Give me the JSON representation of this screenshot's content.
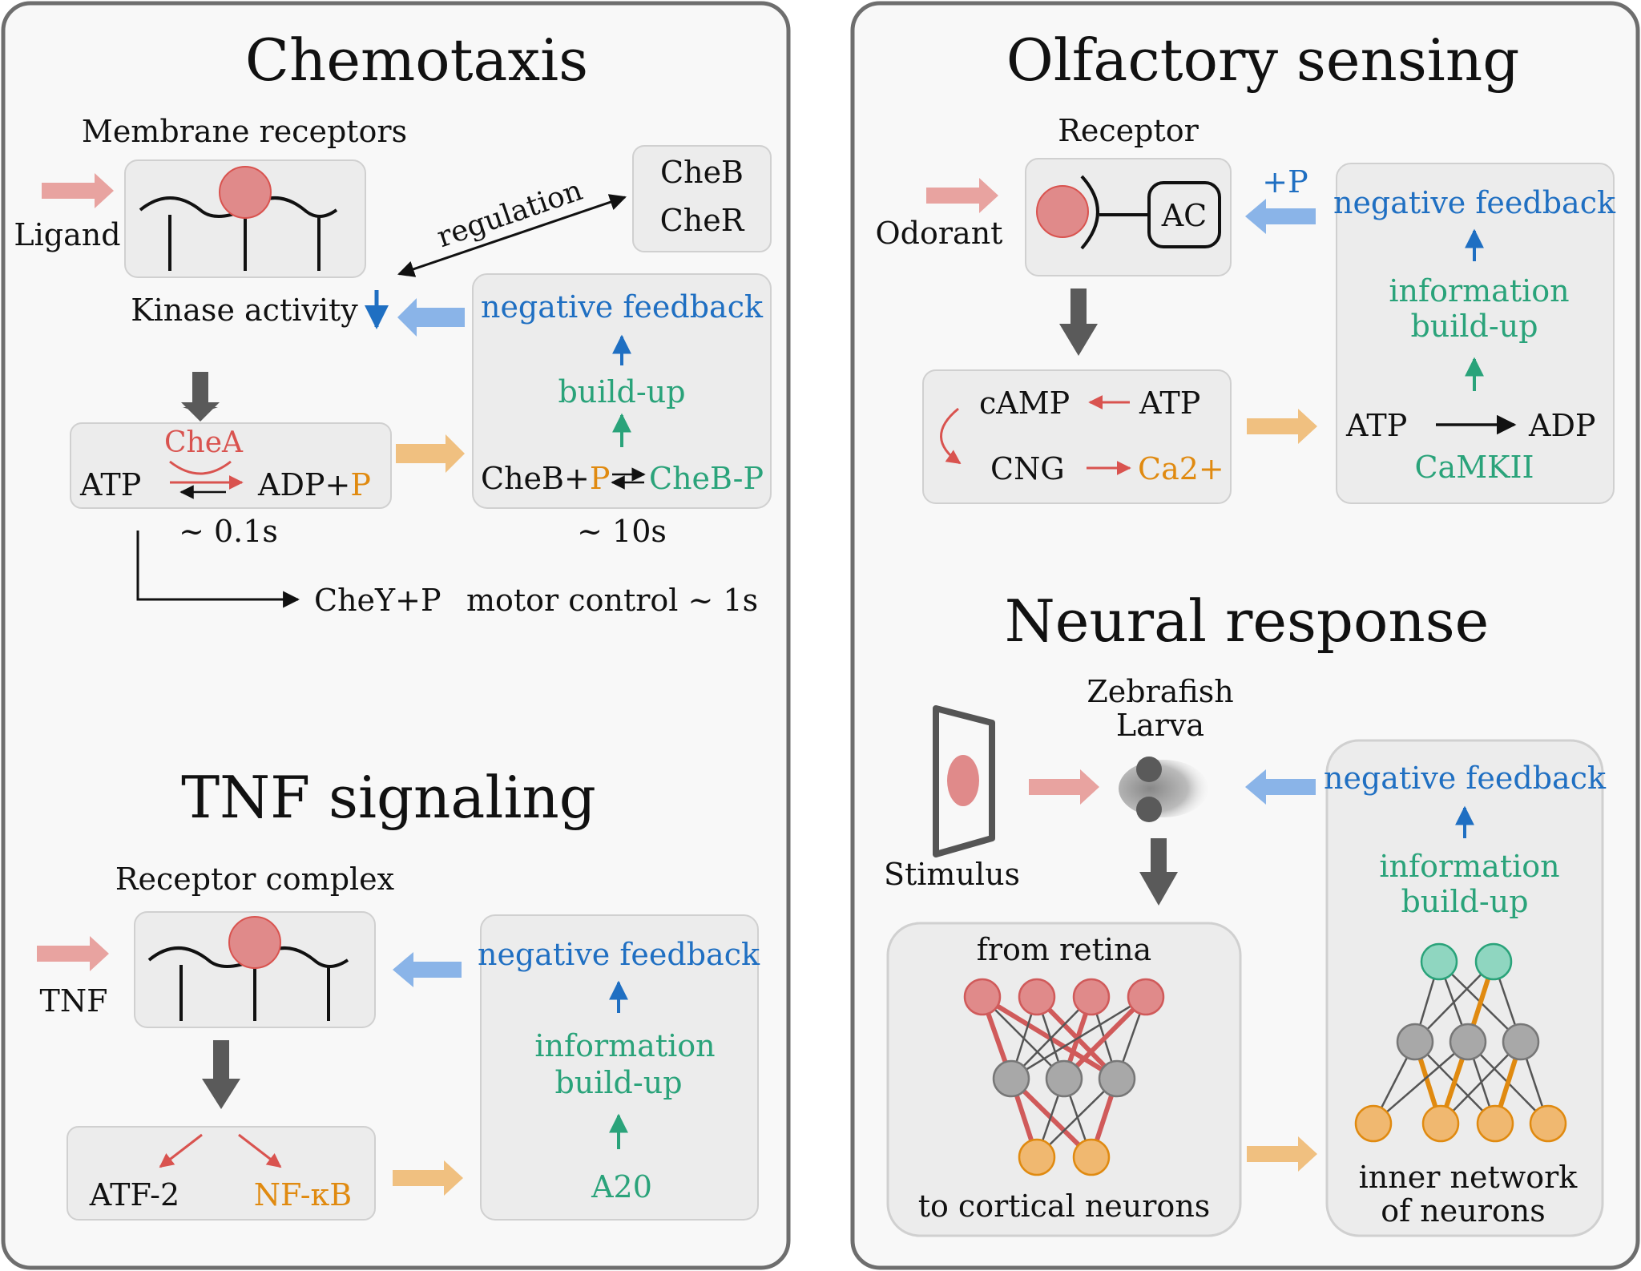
{
  "panels": {
    "chemotaxis": {
      "title": "Chemotaxis",
      "membrane_label": "Membrane receptors",
      "ligand": "Ligand",
      "cheb": "CheB",
      "cher": "CheR",
      "regulation": "regulation",
      "kinase": "Kinase activity",
      "neg_feedback": "negative feedback",
      "buildup": "build-up",
      "chea": "CheA",
      "atp": "ATP",
      "adp": "ADP+",
      "p": "P",
      "cheb_plus": "CheB+",
      "cheb_p": "CheB-P",
      "time_fast": "~ 0.1s",
      "time_slow": "~ 10s",
      "chey": "CheY+P",
      "motor": "motor control ~ 1s"
    },
    "tnf": {
      "title": "TNF signaling",
      "receptor_label": "Receptor complex",
      "tnf": "TNF",
      "neg_feedback": "negative feedback",
      "info1": "information",
      "info2": "build-up",
      "atf2": "ATF-2",
      "nfkb": "NF-κB",
      "a20": "A20"
    },
    "olfactory": {
      "title": "Olfactory sensing",
      "receptor": "Receptor",
      "odorant": "Odorant",
      "ac": "AC",
      "plus_p": "+P",
      "neg_feedback": "negative feedback",
      "info1": "information",
      "info2": "build-up",
      "camp": "cAMP",
      "atp": "ATP",
      "cng": "CNG",
      "ca": "Ca2+",
      "atp2": "ATP",
      "adp2": "ADP",
      "camkii": "CaMKII"
    },
    "neural": {
      "title": "Neural response",
      "zebrafish1": "Zebrafish",
      "zebrafish2": "Larva",
      "stimulus": "Stimulus",
      "neg_feedback": "negative feedback",
      "info1": "information",
      "info2": "build-up",
      "retina": "from retina",
      "cortical": "to cortical neurons",
      "inner1": "inner network",
      "inner2": "of neurons"
    }
  },
  "colors": {
    "pink": "#e8a3a0",
    "node_red": "#e08a8a",
    "node_gray": "#a8a8a8",
    "node_orange": "#f0b870",
    "node_green": "#8fd6c0",
    "blue_arrow": "#8ab4e8",
    "orange_arrow": "#f0c080",
    "gray_arrow": "#5a5a5a"
  }
}
